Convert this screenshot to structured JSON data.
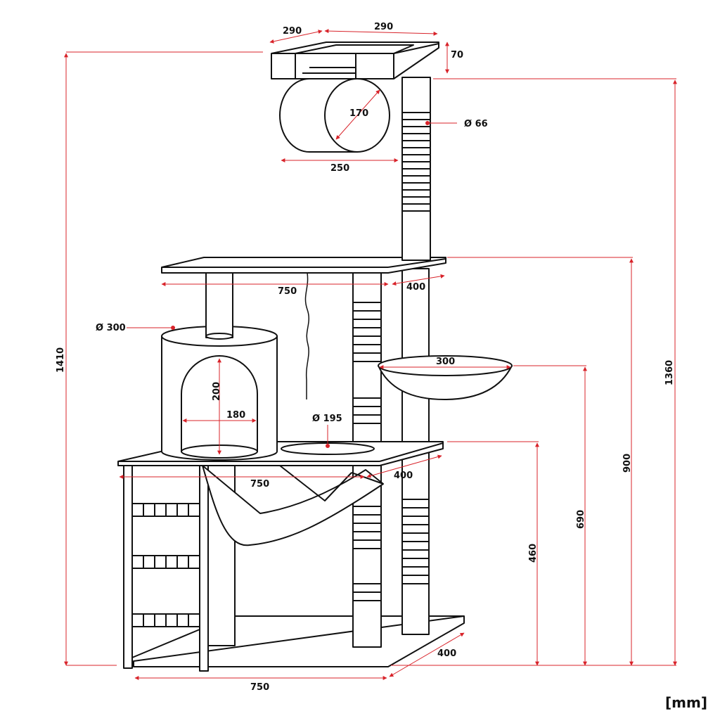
{
  "diagram": {
    "unit_label": "[mm]",
    "colors": {
      "outline": "#111111",
      "dimension": "#d8232a",
      "fill": "#ffffff"
    },
    "dimensions": {
      "top_platform_width_left": "290",
      "top_platform_width_right": "290",
      "top_platform_height": "70",
      "tunnel_diameter": "170",
      "top_post_diameter": "Ø 66",
      "tunnel_length": "250",
      "mid_platform_width": "750",
      "mid_platform_depth": "400",
      "cave_diameter": "Ø 300",
      "cave_opening_height": "200",
      "cave_opening_width": "180",
      "basket_width": "300",
      "hole_diameter": "Ø 195",
      "lower_platform_width": "750",
      "lower_platform_depth": "400",
      "base_depth": "400",
      "base_width": "750",
      "total_height": "1410",
      "post_top_height": "1360",
      "mid_platform_height": "900",
      "basket_height": "690",
      "lower_platform_height": "460"
    }
  }
}
